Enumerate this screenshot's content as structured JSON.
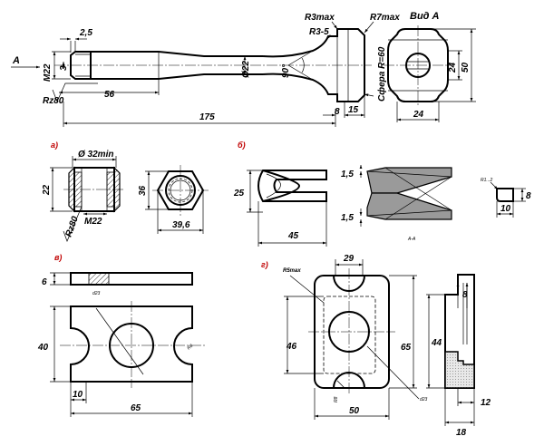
{
  "bolt": {
    "dim_2_5": "2,5",
    "dim_M22": "M22",
    "dim_3": "3",
    "arrow_A": "A",
    "rz": "Rz80",
    "dim_56": "56",
    "dim_175": "175",
    "dim_phi22": "Ø22",
    "angle_90": "90°",
    "r3max": "R3max",
    "r7max": "R7max",
    "r3_5": "R3-5",
    "sphere": "Сфера R=60",
    "dim_8": "8",
    "dim_15": "15"
  },
  "view_a": {
    "title": "Вид А",
    "dim_50": "50",
    "dim_24v": "24",
    "dim_24h": "24"
  },
  "part_a": {
    "label": "а)",
    "phi32": "Ø 32min",
    "dim_22": "22",
    "rz": "Rz80",
    "m22": "M22",
    "dim_36": "36",
    "dim_39_6": "39,6"
  },
  "part_b": {
    "label": "б)",
    "dim_25": "25",
    "dim_45": "45",
    "dim_1_5_top": "1,5",
    "dim_1_5_bottom": "1,5",
    "section": "А-А",
    "r1_2": "R1...2",
    "dim_8": "8",
    "dim_10": "10"
  },
  "part_v": {
    "label": "в)",
    "dim_6": "6",
    "d23": "d23",
    "dim_40": "40",
    "r8": "R8",
    "dim_10": "10",
    "dim_65": "65"
  },
  "part_g": {
    "label": "г)",
    "r5max": "R5max",
    "dim_29": "29",
    "dim_46": "46",
    "dim_65": "65",
    "r8": "R8",
    "d23": "d23",
    "dim_50": "50",
    "dim_8": "8",
    "dim_44": "44",
    "dim_12": "12",
    "dim_18": "18"
  }
}
